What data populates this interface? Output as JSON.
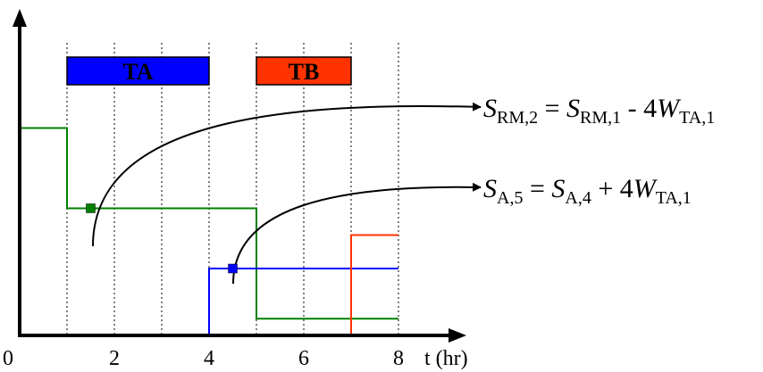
{
  "axis": {
    "x_ticks": [
      {
        "label": "0",
        "t": 0
      },
      {
        "label": "2",
        "t": 2
      },
      {
        "label": "4",
        "t": 4
      },
      {
        "label": "6",
        "t": 6
      },
      {
        "label": "8",
        "t": 8
      }
    ],
    "x_unit": "t (hr)"
  },
  "tasks": [
    {
      "label": "TA",
      "start": 1,
      "end": 4,
      "color": "#0000ff"
    },
    {
      "label": "TB",
      "start": 5,
      "end": 7,
      "color": "#ff3300"
    }
  ],
  "grid_times": [
    1,
    2,
    3,
    4,
    5,
    6,
    7,
    8
  ],
  "series": [
    {
      "name": "green",
      "color": "#008000",
      "points": [
        [
          0,
          0.62
        ],
        [
          1,
          0.62
        ],
        [
          1,
          0.38
        ],
        [
          5,
          0.38
        ],
        [
          5,
          0.05
        ],
        [
          8,
          0.05
        ]
      ]
    },
    {
      "name": "blue",
      "color": "#0000ff",
      "points": [
        [
          4,
          0.0
        ],
        [
          4,
          0.2
        ],
        [
          8,
          0.2
        ]
      ]
    },
    {
      "name": "red",
      "color": "#ff3300",
      "points": [
        [
          7,
          0.0
        ],
        [
          7,
          0.3
        ],
        [
          8,
          0.3
        ]
      ]
    }
  ],
  "equations": {
    "eq1": {
      "lhs": "S",
      "lhs_sub": "RM,2",
      "eq": " = ",
      "t1": "S",
      "t1_sub": "RM,1",
      "op": " - 4",
      "t2": "W",
      "t2_sub": "TA,1"
    },
    "eq2": {
      "lhs": "S",
      "lhs_sub": "A,5",
      "eq": " = ",
      "t1": "S",
      "t1_sub": "A,4",
      "op": " + 4",
      "t2": "W",
      "t2_sub": "TA,1"
    }
  },
  "markers": [
    {
      "series": "green",
      "t": 1.5,
      "value": 0.38,
      "color": "#008000"
    },
    {
      "series": "blue",
      "t": 4.5,
      "value": 0.2,
      "color": "#0000ff"
    }
  ]
}
